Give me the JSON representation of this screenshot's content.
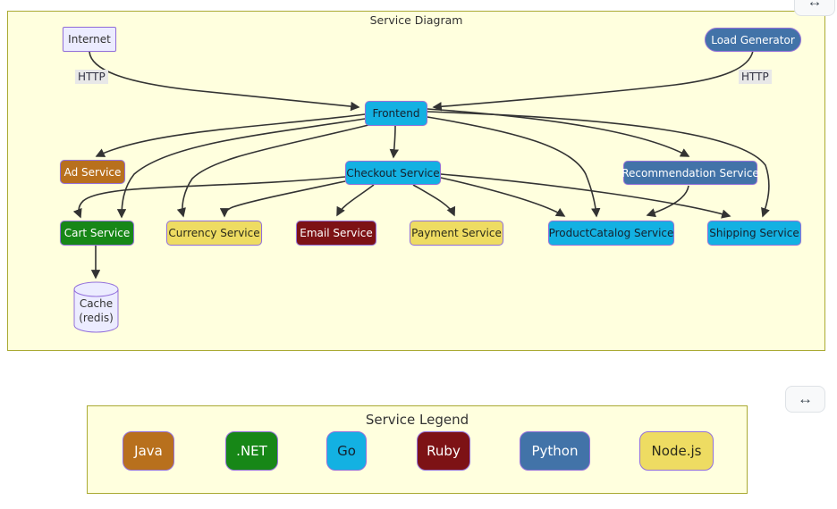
{
  "app": {
    "diagram_title": "Service Diagram",
    "expand_icon": "↔"
  },
  "palette": {
    "panel_bg": "#ffffde",
    "panel_border": "#aaaa33",
    "edge_color": "#333333",
    "node_border": "#9370db",
    "edge_label_bg": "#e8e8e8",
    "java": {
      "bg": "#b8701d",
      "fg": "#ffffff"
    },
    "dotnet": {
      "bg": "#178717",
      "fg": "#ffffff"
    },
    "go": {
      "bg": "#13b1e2",
      "fg": "#14212e"
    },
    "ruby": {
      "bg": "#7d1215",
      "fg": "#ffffff"
    },
    "python": {
      "bg": "#4273a8",
      "fg": "#ffffff"
    },
    "nodejs": {
      "bg": "#eedc62",
      "fg": "#2a2a1a"
    },
    "external": {
      "bg": "#ececff",
      "fg": "#333333"
    }
  },
  "nodes": {
    "internet": {
      "label": "Internet",
      "lang": "external"
    },
    "load_generator": {
      "label": "Load Generator",
      "lang": "python"
    },
    "frontend": {
      "label": "Frontend",
      "lang": "go"
    },
    "ad_service": {
      "label": "Ad Service",
      "lang": "java"
    },
    "checkout_service": {
      "label": "Checkout Service",
      "lang": "go"
    },
    "recommendation_service": {
      "label": "Recommendation Service",
      "lang": "python"
    },
    "cart_service": {
      "label": "Cart Service",
      "lang": "dotnet"
    },
    "currency_service": {
      "label": "Currency Service",
      "lang": "nodejs"
    },
    "email_service": {
      "label": "Email Service",
      "lang": "ruby"
    },
    "payment_service": {
      "label": "Payment Service",
      "lang": "nodejs"
    },
    "productcatalog_service": {
      "label": "ProductCatalog Service",
      "lang": "go"
    },
    "shipping_service": {
      "label": "Shipping Service",
      "lang": "go"
    },
    "cache": {
      "label_lines": [
        "Cache",
        "(redis)"
      ],
      "lang": "external"
    }
  },
  "edges": [
    {
      "from": "Internet",
      "to": "Frontend",
      "label": "HTTP"
    },
    {
      "from": "Load Generator",
      "to": "Frontend",
      "label": "HTTP"
    },
    {
      "from": "Frontend",
      "to": "Ad Service",
      "label": ""
    },
    {
      "from": "Frontend",
      "to": "Checkout Service",
      "label": ""
    },
    {
      "from": "Frontend",
      "to": "Cart Service",
      "label": ""
    },
    {
      "from": "Frontend",
      "to": "Currency Service",
      "label": ""
    },
    {
      "from": "Frontend",
      "to": "Recommendation Service",
      "label": ""
    },
    {
      "from": "Frontend",
      "to": "ProductCatalog Service",
      "label": ""
    },
    {
      "from": "Frontend",
      "to": "Shipping Service",
      "label": ""
    },
    {
      "from": "Checkout Service",
      "to": "Cart Service",
      "label": ""
    },
    {
      "from": "Checkout Service",
      "to": "Currency Service",
      "label": ""
    },
    {
      "from": "Checkout Service",
      "to": "Email Service",
      "label": ""
    },
    {
      "from": "Checkout Service",
      "to": "Payment Service",
      "label": ""
    },
    {
      "from": "Checkout Service",
      "to": "ProductCatalog Service",
      "label": ""
    },
    {
      "from": "Checkout Service",
      "to": "Shipping Service",
      "label": ""
    },
    {
      "from": "Recommendation Service",
      "to": "ProductCatalog Service",
      "label": ""
    },
    {
      "from": "Cart Service",
      "to": "Cache (redis)",
      "label": ""
    }
  ],
  "legend": {
    "title": "Service Legend",
    "items": [
      {
        "label": "Java",
        "lang": "java"
      },
      {
        "label": ".NET",
        "lang": "dotnet"
      },
      {
        "label": "Go",
        "lang": "go"
      },
      {
        "label": "Ruby",
        "lang": "ruby"
      },
      {
        "label": "Python",
        "lang": "python"
      },
      {
        "label": "Node.js",
        "lang": "nodejs"
      }
    ]
  }
}
